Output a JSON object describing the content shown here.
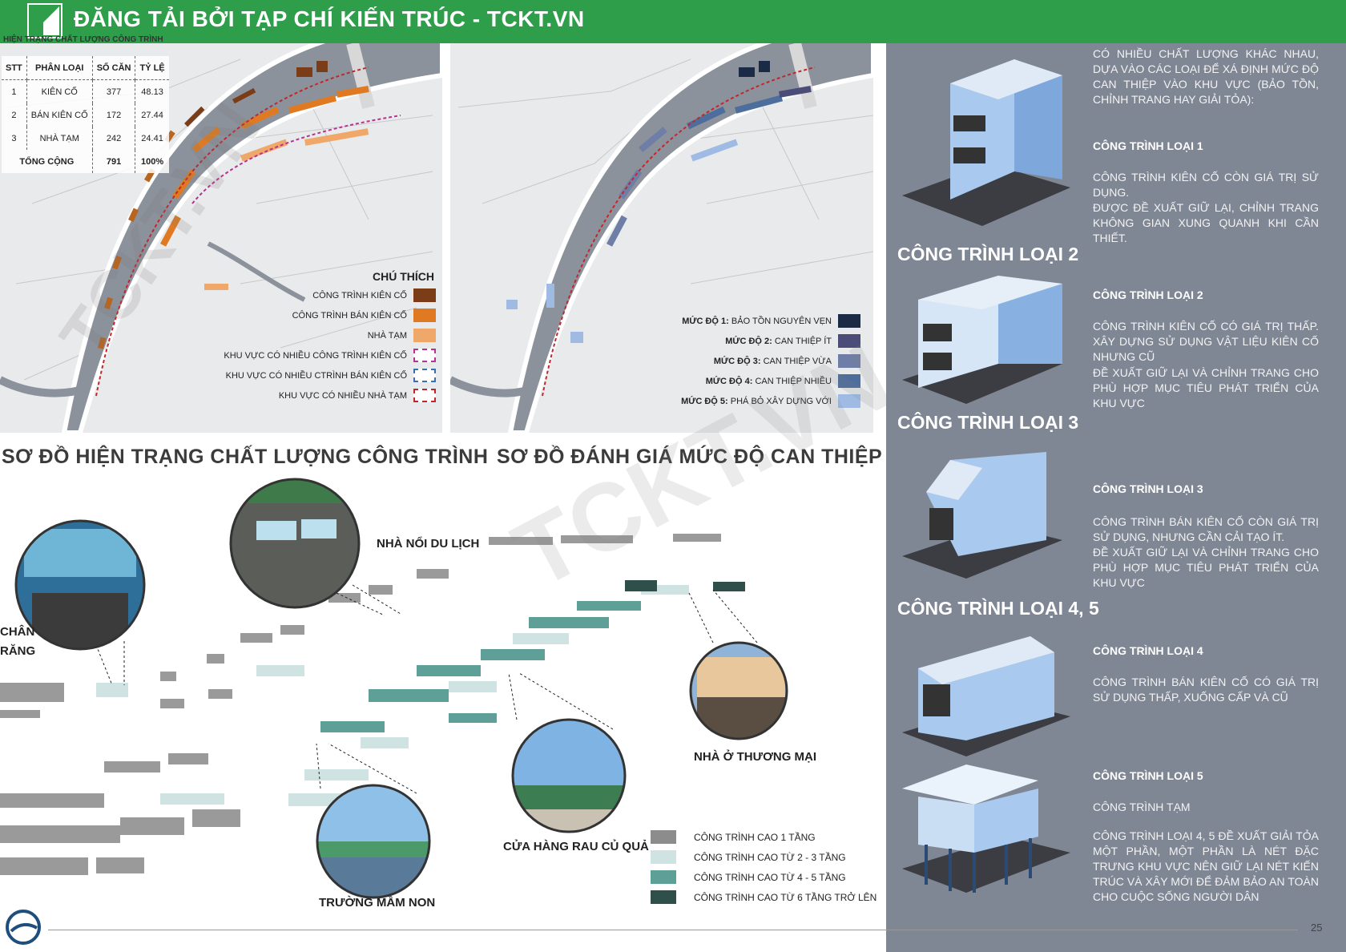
{
  "header": {
    "title": "ĐĂNG TẢI BỞI TẠP CHÍ KIẾN TRÚC - TCKT.VN",
    "color": "#2f9e4b"
  },
  "stats": {
    "caption": "HIỆN TRẠNG CHẤT LƯỢNG CÔNG TRÌNH",
    "headers": [
      "STT",
      "PHÂN LOẠI",
      "SỐ CĂN",
      "TỶ LỆ"
    ],
    "rows": [
      [
        "1",
        "KIÊN CỐ",
        "377",
        "48.13"
      ],
      [
        "2",
        "BÁN KIÊN CỐ",
        "172",
        "27.44"
      ],
      [
        "3",
        "NHÀ TẠM",
        "242",
        "24.41"
      ]
    ],
    "total": {
      "label": "TỔNG CỘNG",
      "count": "791",
      "pct": "100%"
    }
  },
  "legend_left": {
    "title": "CHÚ THÍCH",
    "items": [
      {
        "label": "CÔNG TRÌNH KIÊN CỐ",
        "color": "#7a3d17",
        "style": "fill"
      },
      {
        "label": "CÔNG TRÌNH BÁN KIÊN CỐ",
        "color": "#e07a22",
        "style": "fill"
      },
      {
        "label": "NHÀ TẠM",
        "color": "#f0a86a",
        "style": "fill"
      },
      {
        "label": "KHU VỰC CÓ NHIỀU CÔNG TRÌNH KIÊN CỐ",
        "color": "#b8338f",
        "style": "dashed"
      },
      {
        "label": "KHU VỰC CÓ NHIỀU CTRÌNH BÁN KIÊN CỐ",
        "color": "#3a6fb0",
        "style": "dashed"
      },
      {
        "label": "KHU VỰC CÓ NHIỀU NHÀ TẠM",
        "color": "#c0272d",
        "style": "dashed"
      }
    ]
  },
  "legend_right": {
    "items": [
      {
        "level": "MỨC ĐỘ 1:",
        "desc": "BẢO TỒN NGUYÊN VẸN",
        "color": "#1c2b45"
      },
      {
        "level": "MỨC ĐỘ 2:",
        "desc": "CAN THIỆP ÍT",
        "color": "#4b4d78"
      },
      {
        "level": "MỨC ĐỘ 3:",
        "desc": "CAN THIỆP VỪA",
        "color": "#6e7ea6"
      },
      {
        "level": "MỨC ĐỘ 4:",
        "desc": "CAN THIỆP NHIỀU",
        "color": "#4d6d9c"
      },
      {
        "level": "MỨC ĐỘ 5:",
        "desc": "PHÁ BỎ XÂY DỰNG VỚI",
        "color": "#9fbbe4"
      }
    ]
  },
  "titles": {
    "map_left": "SƠ ĐỒ HIỆN TRẠNG CHẤT LƯỢNG CÔNG TRÌNH",
    "map_right": "SƠ ĐỒ ĐÁNH GIÁ MỨC ĐỘ CAN THIỆP"
  },
  "callouts": {
    "floating_house": "NHÀ NỔI DU LỊCH",
    "left_partial_1": "CHÂN",
    "left_partial_2": "RĂNG",
    "commercial_house": "NHÀ Ở THƯƠNG MẠI",
    "vegetable_store": "CỬA HÀNG RAU CỦ QUẢ",
    "kindergarten": "TRƯỜNG MẦM NON"
  },
  "height_legend": [
    {
      "label": "CÔNG TRÌNH CAO 1 TẦNG",
      "color": "#8c8c8c"
    },
    {
      "label": "CÔNG TRÌNH CAO TỪ 2 - 3 TẦNG",
      "color": "#cfe3e2"
    },
    {
      "label": "CÔNG TRÌNH CAO TỪ 4 - 5 TẦNG",
      "color": "#5e9f97"
    },
    {
      "label": "CÔNG TRÌNH CAO TỪ 6 TẦNG TRỞ LÊN",
      "color": "#2f4f4a"
    }
  ],
  "panel": {
    "intro": "CÓ NHIỀU CHẤT LƯỢNG KHÁC NHAU, DỰA VÀO CÁC LOẠI ĐỂ XÁ ĐỊNH MỨC ĐỘ CAN THIỆP VÀO KHU VỰC (BẢO TỒN, CHỈNH TRANG HAY GIẢI TỎA):",
    "type1_title": "CÔNG TRÌNH LOẠI 1",
    "type1_desc_1": "CÔNG TRÌNH KIÊN CỐ CÒN GIÁ TRỊ SỬ DỤNG.",
    "type1_desc_2": "ĐƯỢC ĐỀ XUẤT GIỮ LẠI, CHỈNH TRANG KHÔNG GIAN XUNG QUANH KHI CẦN THIẾT.",
    "big2": "CÔNG TRÌNH LOẠI 2",
    "type2_title": "CÔNG TRÌNH LOẠI 2",
    "type2_desc_1": "CÔNG TRÌNH KIÊN CỐ CÓ GIÁ TRỊ THẤP. XÂY DỰNG SỬ DỤNG VẬT LIỆU KIÊN CỐ NHƯNG CŨ",
    "type2_desc_2": "ĐỀ XUẤT GIỮ LẠI VÀ CHỈNH TRANG CHO PHÙ HỢP MỤC TIÊU PHÁT TRIỂN CỦA KHU VỰC",
    "big3": "CÔNG TRÌNH LOẠI 3",
    "type3_title": "CÔNG TRÌNH LOẠI 3",
    "type3_desc_1": "CÔNG TRÌNH BÁN KIÊN CỐ CÒN GIÁ TRỊ SỬ DỤNG, NHƯNG CẦN CẢI TẠO ÍT.",
    "type3_desc_2": "ĐỀ XUẤT GIỮ LẠI VÀ CHỈNH TRANG CHO PHÙ HỢP MỤC TIÊU PHÁT TRIỂN CỦA KHU VỰC",
    "big45": "CÔNG TRÌNH LOẠI 4, 5",
    "type4_title": "CÔNG TRÌNH LOẠI 4",
    "type4_desc": "CÔNG TRÌNH BÁN KIÊN CỐ CÓ GIÁ TRỊ SỬ DỤNG THẤP, XUỐNG CẤP VÀ CŨ",
    "type5_title": "CÔNG TRÌNH LOẠI 5",
    "type5_desc_1": "CÔNG TRÌNH TẠM",
    "type5_desc_2": "CÔNG TRÌNH LOẠI 4, 5 ĐỀ XUẤT GIẢI TỎA MỘT PHẦN, MỘT PHẦN LÀ NÉT ĐẶC TRƯNG KHU VỰC NÊN GIỮ LẠI NÉT KIẾN TRÚC VÀ XÂY MỚI ĐỂ ĐẢM BẢO AN TOÀN CHO CUỘC SỐNG NGƯỜI DÂN"
  },
  "page_number": "25",
  "watermark": "TCKT.VN"
}
